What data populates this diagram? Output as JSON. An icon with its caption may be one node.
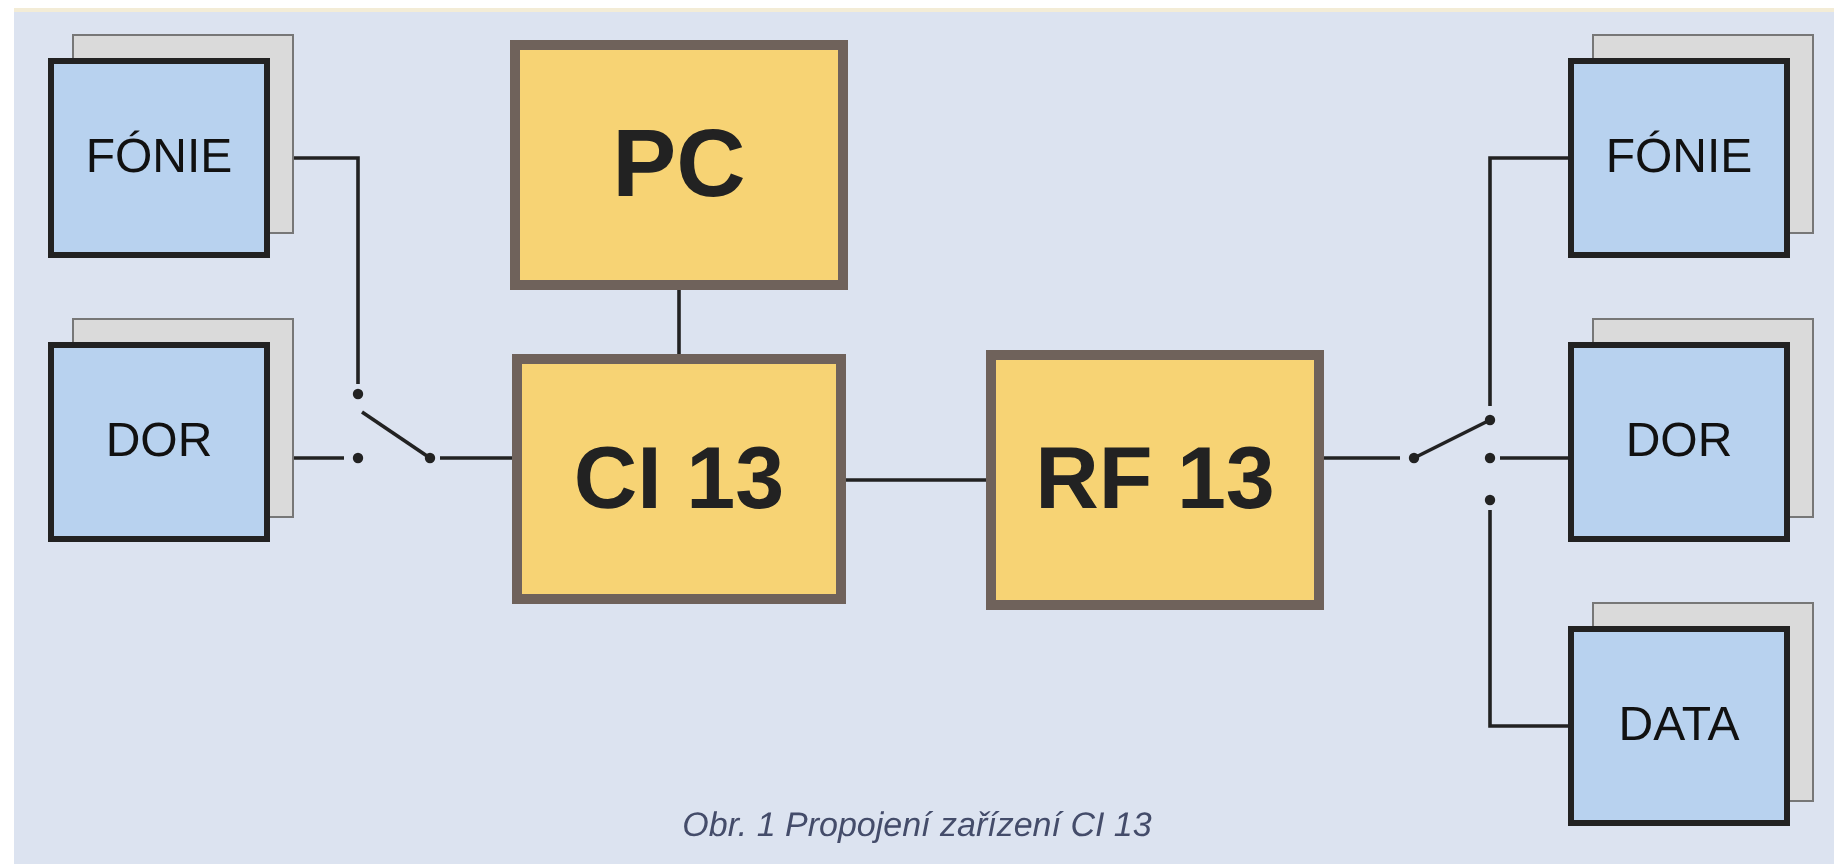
{
  "diagram": {
    "caption": "Obr. 1 Propojení zařízení CI 13",
    "nodes": [
      {
        "text": [
          "FÓNIE"
        ]
      },
      {
        "text": [
          "DOR"
        ]
      },
      {
        "text": [
          "PC"
        ]
      },
      {
        "text": [
          "CI 13"
        ]
      },
      {
        "text": [
          "RF 13"
        ]
      },
      {
        "text": [
          "FÓNIE"
        ]
      },
      {
        "text": [
          "DOR"
        ]
      },
      {
        "text": [
          "DATA"
        ]
      },
      {
        "text": [],
        "shape": "switch"
      },
      {
        "text": [],
        "shape": "switch"
      }
    ],
    "edges": [
      {
        "from": 0,
        "to": 8,
        "arrow": "none"
      },
      {
        "from": 1,
        "to": 8,
        "arrow": "none"
      },
      {
        "from": 8,
        "to": 3,
        "arrow": "none"
      },
      {
        "from": 2,
        "to": 3,
        "arrow": "none"
      },
      {
        "from": 3,
        "to": 4,
        "arrow": "none"
      },
      {
        "from": 4,
        "to": 9,
        "arrow": "none"
      },
      {
        "from": 9,
        "to": 5,
        "arrow": "none"
      },
      {
        "from": 9,
        "to": 6,
        "arrow": "none"
      },
      {
        "from": 9,
        "to": 7,
        "arrow": "none"
      }
    ]
  }
}
